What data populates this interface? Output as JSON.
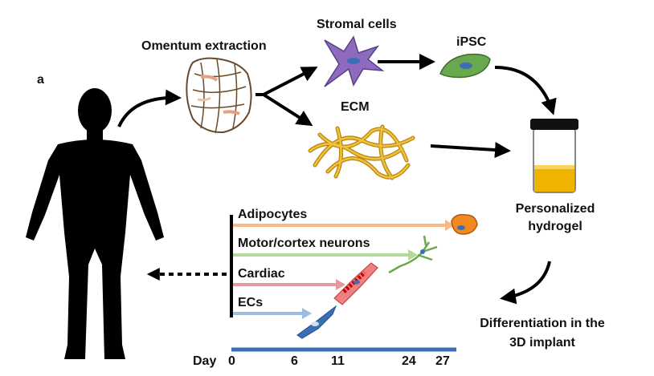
{
  "panel_label": "a",
  "steps": {
    "omentum": "Omentum extraction",
    "stromal": "Stromal cells",
    "ipsc": "iPSC",
    "ecm": "ECM",
    "hydrogel_line1": "Personalized",
    "hydrogel_line2": "hydrogel",
    "diff_line1": "Differentiation in the",
    "diff_line2": "3D implant"
  },
  "lineages": [
    "Adipocytes",
    "Motor/cortex neurons",
    "Cardiac",
    "ECs"
  ],
  "timeline": {
    "label": "Day",
    "ticks": [
      "0",
      "6",
      "11",
      "24",
      "27"
    ]
  },
  "colors": {
    "adipocytes": "#f5b98a",
    "neurons": "#b5d99c",
    "cardiac": "#e6999b",
    "ecs": "#9cbde0",
    "timeline": "#3b6fb5",
    "hydrogel": "#f0b400",
    "ipsc": "#6aa84f",
    "stromal": "#8e6bbf",
    "ecm": "#e0a818"
  }
}
